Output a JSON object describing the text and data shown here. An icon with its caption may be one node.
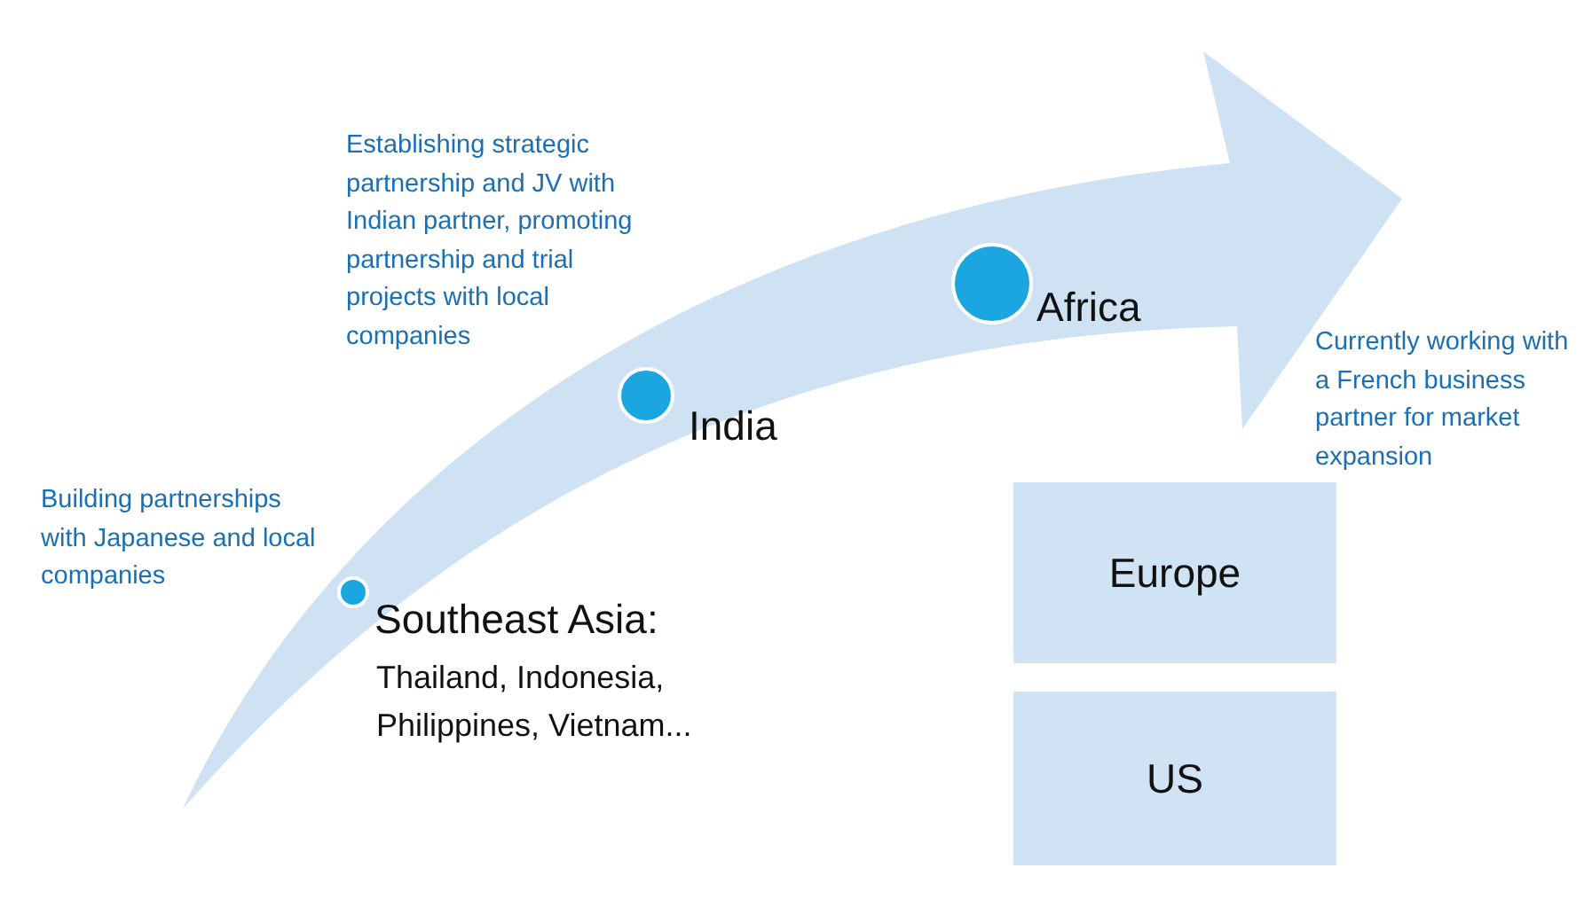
{
  "diagram": {
    "nodes": [
      {
        "text": [],
        "shape": "circle",
        "beside": [
          "Southeast Asia:",
          "Thailand, Indonesia, Philippines, Vietnam..."
        ]
      },
      {
        "text": [],
        "shape": "circle",
        "beside": [
          "India"
        ]
      },
      {
        "text": [],
        "shape": "circle",
        "beside": [
          "Africa"
        ]
      },
      {
        "text": [
          "Europe"
        ]
      },
      {
        "text": [
          "US"
        ]
      }
    ],
    "edges": [],
    "labels": [
      "Establishing strategic partnership and JV with Indian partner, promoting partnership and trial projects with local companies",
      "Currently working with a French business partner for market expansion",
      "Building partnerships with Japanese and local companies"
    ]
  }
}
